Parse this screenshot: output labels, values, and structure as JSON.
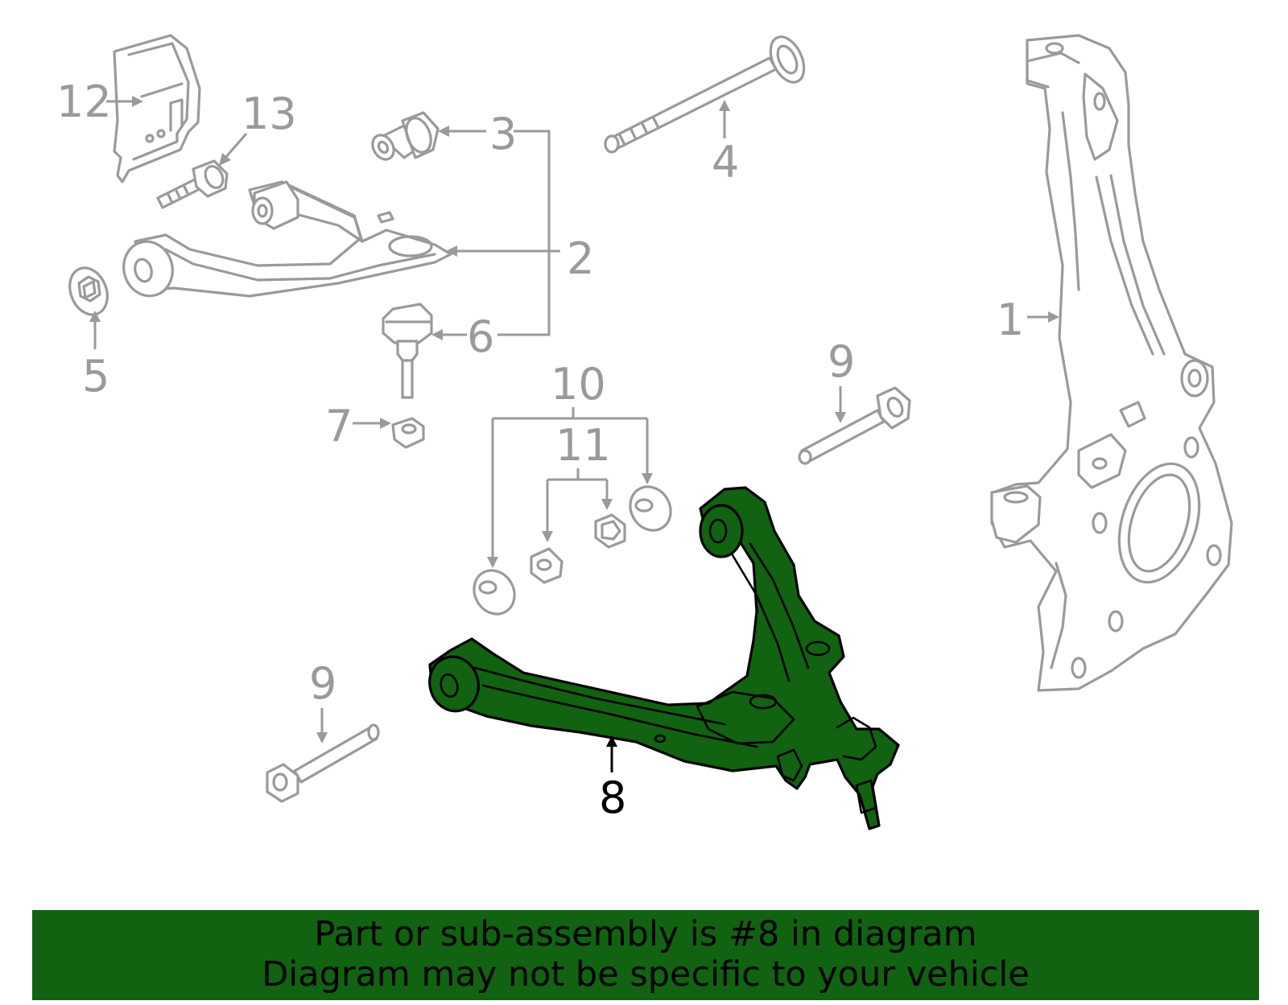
{
  "diagram": {
    "highlight_color": "#116211",
    "line_color": "#9a9a9a",
    "callouts": {
      "c1": "1",
      "c2": "2",
      "c3": "3",
      "c4": "4",
      "c5": "5",
      "c6": "6",
      "c7": "7",
      "c8": "8",
      "c9a": "9",
      "c9b": "9",
      "c10": "10",
      "c11": "11",
      "c12": "12",
      "c13": "13"
    },
    "highlighted_part": "8"
  },
  "banner": {
    "line1": "Part or sub-assembly is #8 in diagram",
    "line2": "Diagram may not be specific to your vehicle",
    "background": "#116211"
  }
}
